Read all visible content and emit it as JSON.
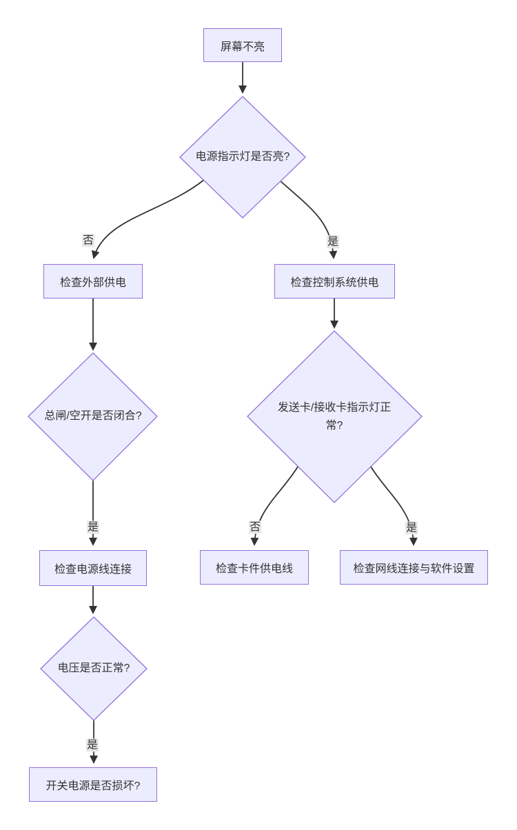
{
  "diagram": {
    "type": "flowchart",
    "direction": "top-down",
    "colors": {
      "background": "#ffffff",
      "node_fill": "#ECECFF",
      "node_border": "#9370DB",
      "edge": "#333333",
      "text": "#333333",
      "label_bg": "#e8e8e8"
    },
    "nodes": [
      {
        "id": "A",
        "shape": "rect",
        "label": "屏幕不亮"
      },
      {
        "id": "B",
        "shape": "diamond",
        "label": "电源指示灯是否亮?"
      },
      {
        "id": "C",
        "shape": "rect",
        "label": "检查外部供电"
      },
      {
        "id": "D",
        "shape": "rect",
        "label": "检查控制系统供电"
      },
      {
        "id": "E",
        "shape": "diamond",
        "label": "总闸/空开是否闭合?"
      },
      {
        "id": "F",
        "shape": "diamond",
        "label": "发送卡/接收卡指示灯正常?"
      },
      {
        "id": "G",
        "shape": "rect",
        "label": "检查电源线连接"
      },
      {
        "id": "H",
        "shape": "rect",
        "label": "检查卡件供电线"
      },
      {
        "id": "I",
        "shape": "rect",
        "label": "检查网线连接与软件设置"
      },
      {
        "id": "J",
        "shape": "diamond",
        "label": "电压是否正常?"
      },
      {
        "id": "K",
        "shape": "rect",
        "label": "开关电源是否损坏?"
      }
    ],
    "edges": [
      {
        "from": "A",
        "to": "B",
        "label": ""
      },
      {
        "from": "B",
        "to": "C",
        "label": "否"
      },
      {
        "from": "B",
        "to": "D",
        "label": "是"
      },
      {
        "from": "C",
        "to": "E",
        "label": ""
      },
      {
        "from": "D",
        "to": "F",
        "label": ""
      },
      {
        "from": "E",
        "to": "G",
        "label": "是"
      },
      {
        "from": "F",
        "to": "H",
        "label": "否"
      },
      {
        "from": "F",
        "to": "I",
        "label": "是"
      },
      {
        "from": "G",
        "to": "J",
        "label": ""
      },
      {
        "from": "J",
        "to": "K",
        "label": "是"
      }
    ]
  }
}
